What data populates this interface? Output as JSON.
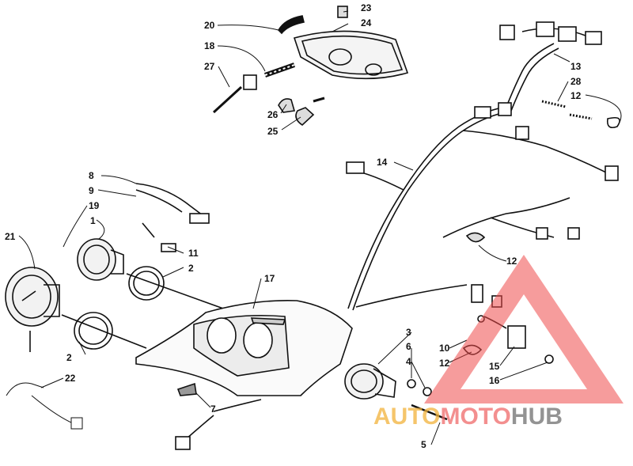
{
  "diagram": {
    "callouts": [
      "20",
      "23",
      "24",
      "18",
      "27",
      "26",
      "25",
      "13",
      "28",
      "12",
      "14",
      "8",
      "9",
      "19",
      "1",
      "11",
      "2",
      "21",
      "17",
      "22",
      "7",
      "3",
      "6",
      "4",
      "10",
      "12",
      "15",
      "16",
      "5",
      "2",
      "12"
    ]
  },
  "watermark": {
    "part1": "AUTO",
    "part2": "MOTO",
    "part3": "HUB",
    "colors": {
      "auto": "#f2b13a",
      "moto": "#ef6a6a",
      "hub": "#808080",
      "triangle": "#ef4a4a"
    }
  }
}
